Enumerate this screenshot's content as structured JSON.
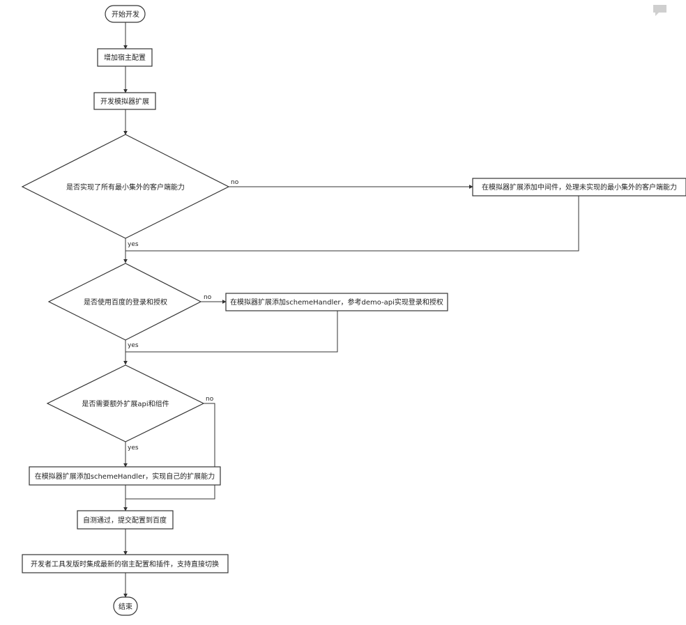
{
  "flowchart": {
    "start": "开始开发",
    "add_host_config": "增加宿主配置",
    "develop_extension": "开发模拟器扩展",
    "decision_min_set": "是否实现了所有最小集外的客户端能力",
    "middleware": "在模拟器扩展添加中间件，处理未实现的最小集外的客户端能力",
    "decision_login": "是否使用百度的登录和授权",
    "scheme_handler_login": "在模拟器扩展添加schemeHandler，参考demo-api实现登录和授权",
    "decision_extra_api": "是否需要额外扩展api和组件",
    "scheme_handler_own": "在模拟器扩展添加schemeHandler，实现自己的扩展能力",
    "self_test": "自测通过，提交配置到百度",
    "integrate": "开发者工具发版时集成最新的宿主配置和插件，支持直接切换",
    "end": "结束"
  },
  "edge_labels": {
    "no_1": "no",
    "yes_1": "yes",
    "no_2": "no",
    "yes_2": "yes",
    "no_3": "no",
    "yes_3": "yes"
  },
  "icons": {
    "comment": "comment-icon"
  }
}
